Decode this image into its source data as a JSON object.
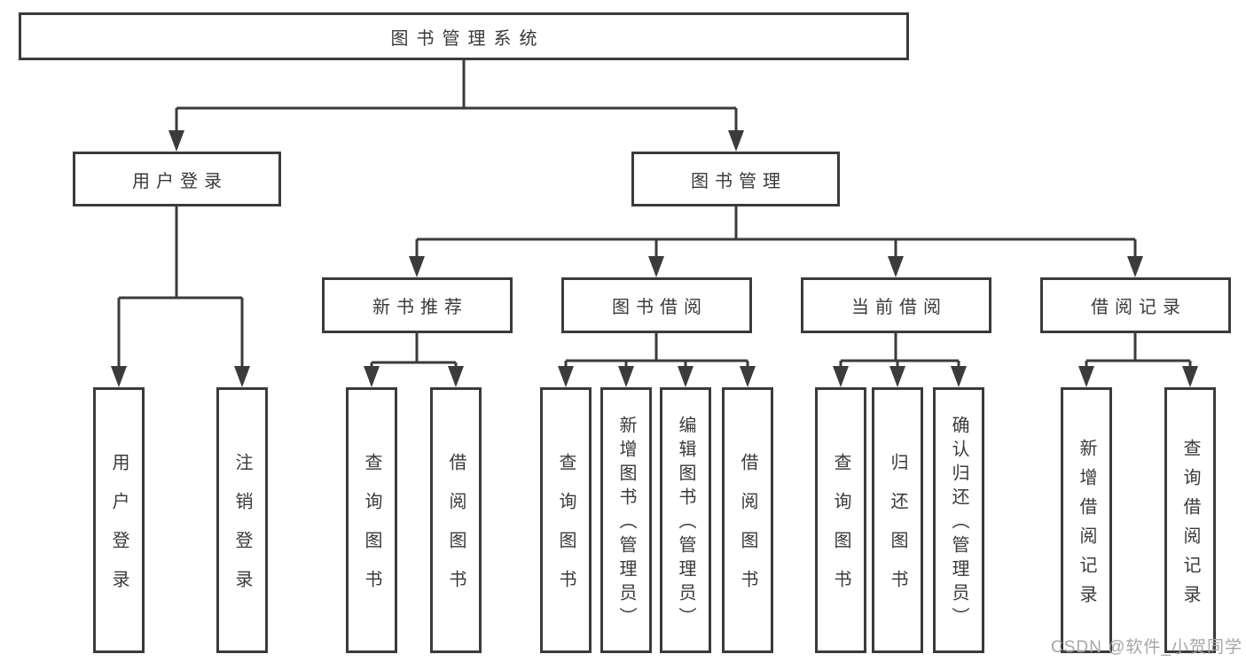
{
  "diagram": {
    "root": {
      "label": "图书管理系统",
      "children": [
        {
          "label": "用户登录",
          "children": [
            {
              "label": "用户登录"
            },
            {
              "label": "注销登录"
            }
          ]
        },
        {
          "label": "图书管理",
          "children": [
            {
              "label": "新书推荐",
              "children": [
                {
                  "label": "查询图书"
                },
                {
                  "label": "借阅图书"
                }
              ]
            },
            {
              "label": "图书借阅",
              "children": [
                {
                  "label": "查询图书"
                },
                {
                  "label": "新增图书（管理员）"
                },
                {
                  "label": "编辑图书（管理员）"
                },
                {
                  "label": "借阅图书"
                }
              ]
            },
            {
              "label": "当前借阅",
              "children": [
                {
                  "label": "查询图书"
                },
                {
                  "label": "归还图书"
                },
                {
                  "label": "确认归还（管理员）"
                }
              ]
            },
            {
              "label": "借阅记录",
              "children": [
                {
                  "label": "新增借阅记录"
                },
                {
                  "label": "查询借阅记录"
                }
              ]
            }
          ]
        }
      ]
    }
  },
  "watermark": {
    "text": "CSDN @软件_小贺同学"
  },
  "colors": {
    "line": "#3b3b3b",
    "box_border": "#3b3b3b",
    "text": "#3a3a3a",
    "watermark": "#a6a6a6",
    "background": "#ffffff"
  }
}
